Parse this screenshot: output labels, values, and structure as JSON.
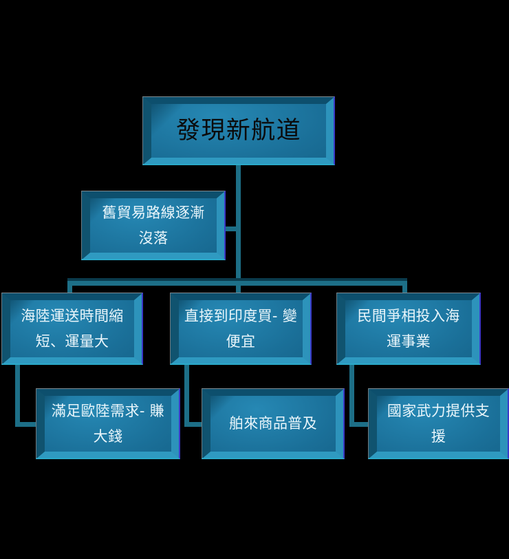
{
  "diagram": {
    "title": "發現新航道",
    "background_color": "#000000",
    "node_fill_color": "#1b709a",
    "connector_color": "#1d6f87",
    "nodes": [
      {
        "id": "root",
        "label": "發現新航道",
        "text_color": "#0b0b0b",
        "level": 1
      },
      {
        "id": "cause",
        "label": "舊貿易路線逐漸\n沒落",
        "text_color": "#eaf6fb",
        "level": 2
      },
      {
        "id": "effect-1",
        "label": "海陸運送時間縮\n短、運量大",
        "text_color": "#eaf6fb",
        "level": 3
      },
      {
        "id": "effect-2",
        "label": "直接到印度買- 變\n便宜",
        "text_color": "#eaf6fb",
        "level": 3
      },
      {
        "id": "effect-3",
        "label": "民間爭相投入海\n運事業",
        "text_color": "#eaf6fb",
        "level": 3
      },
      {
        "id": "sub-1",
        "label": "滿足歐陸需求- 賺\n大錢",
        "text_color": "#eaf6fb",
        "level": 4
      },
      {
        "id": "sub-2",
        "label": "舶來商品普及",
        "text_color": "#eaf6fb",
        "level": 4
      },
      {
        "id": "sub-3",
        "label": "國家武力提供支\n援",
        "text_color": "#eaf6fb",
        "level": 4
      }
    ]
  }
}
